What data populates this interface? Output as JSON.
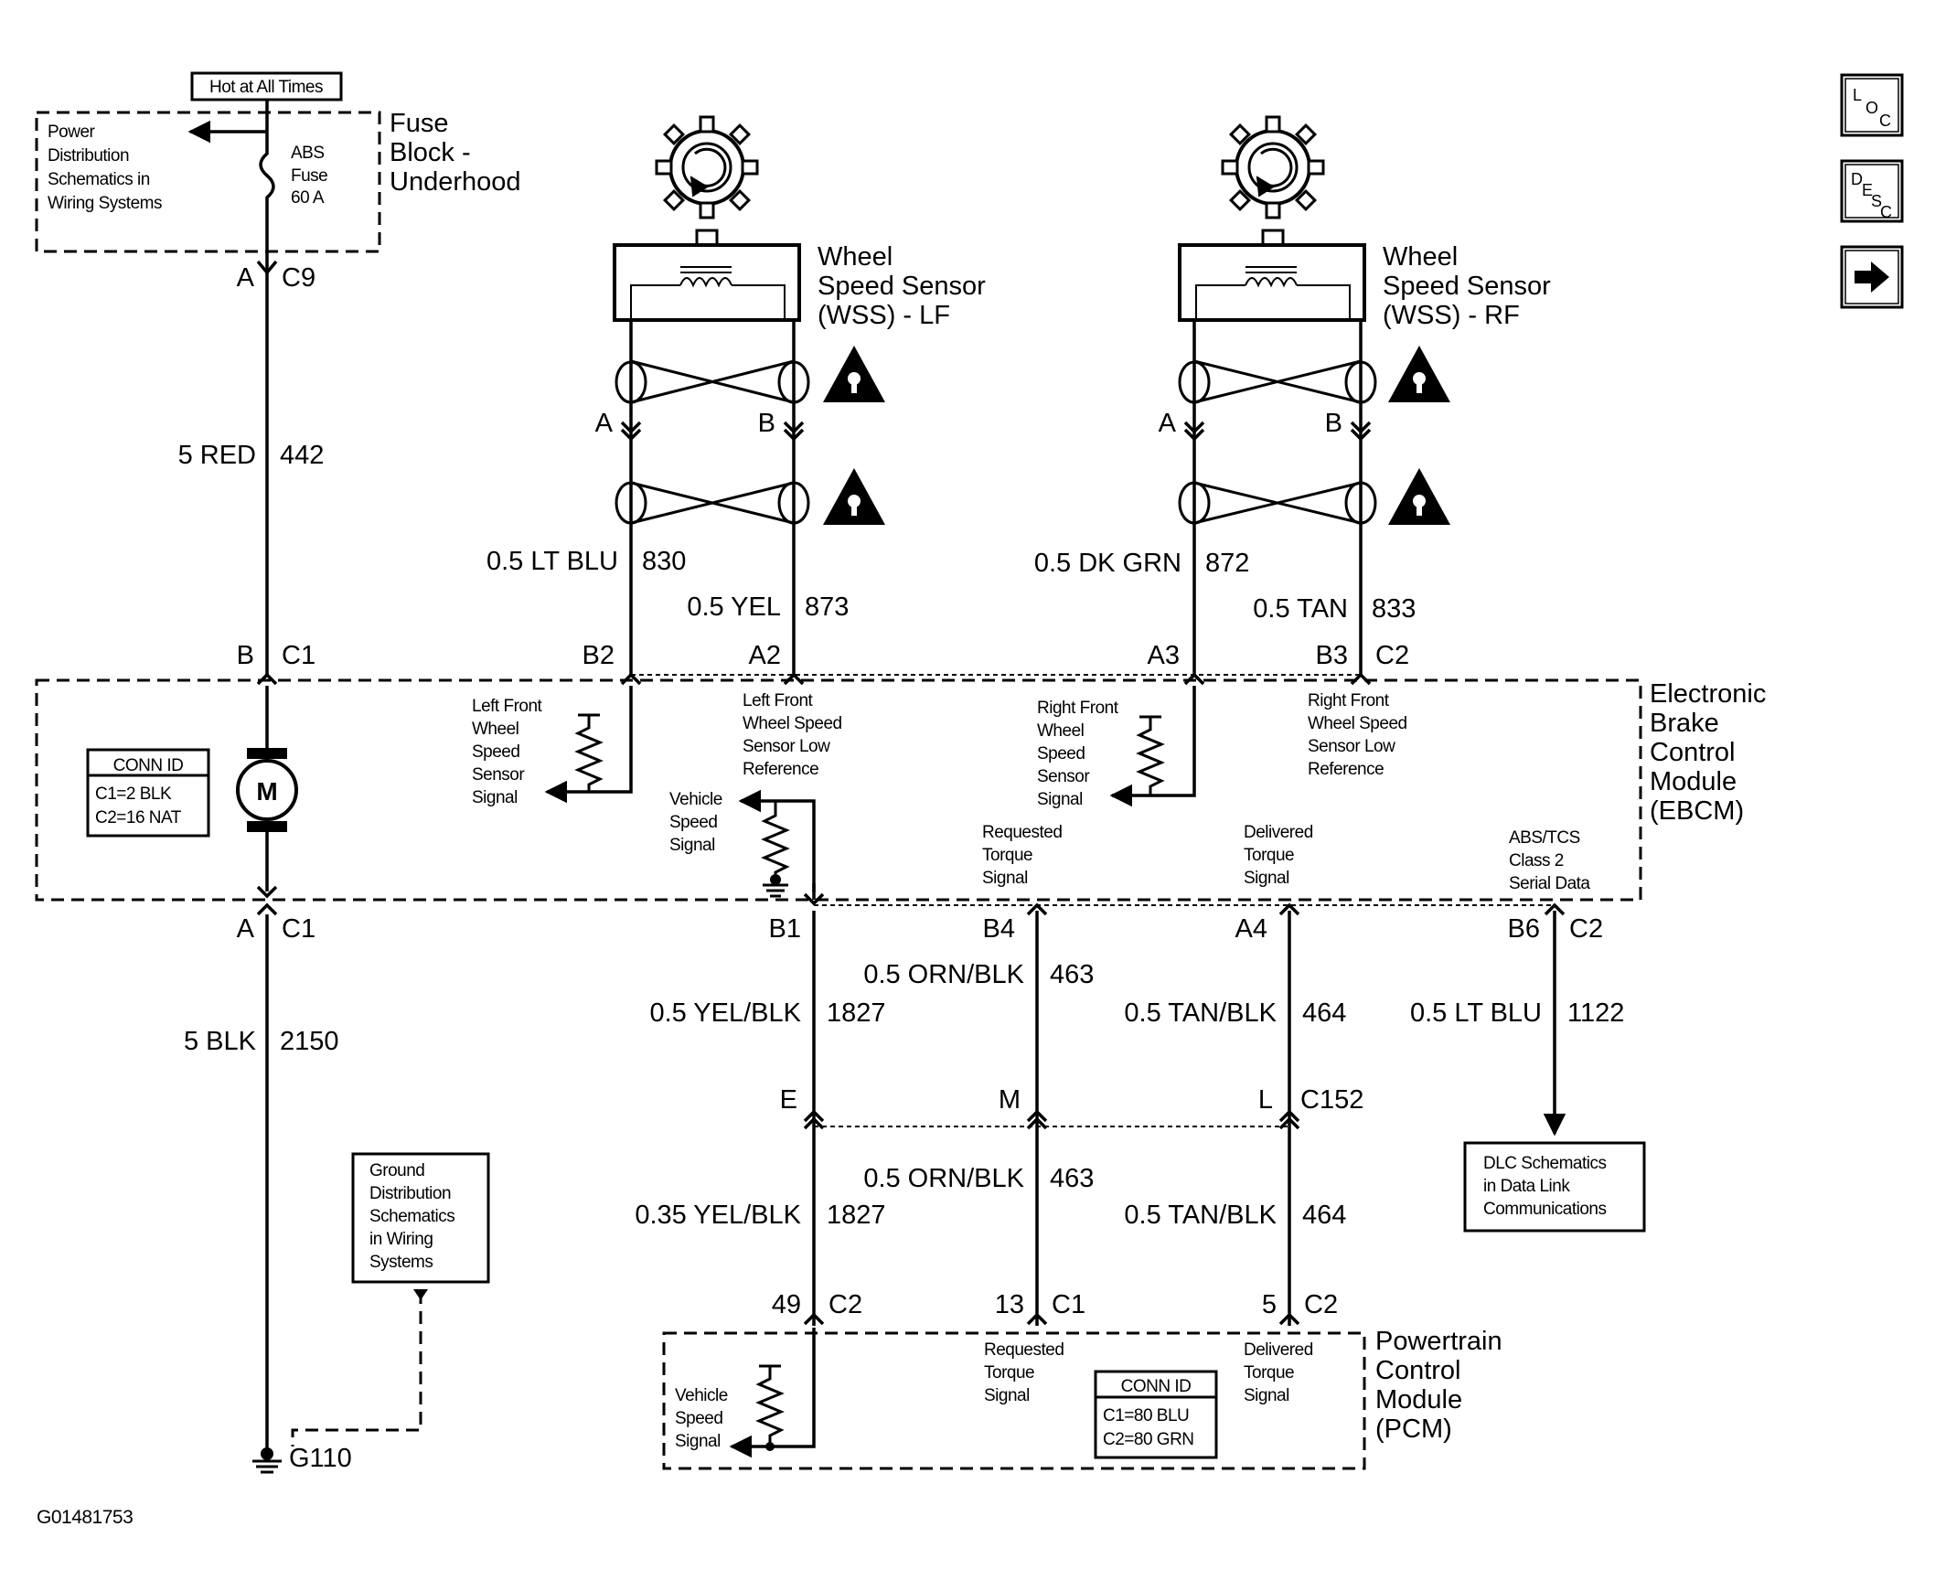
{
  "header": {
    "hot_tag": "Hot at All Times"
  },
  "fuse_block": {
    "title_lines": [
      "Fuse",
      "Block -",
      "Underhood"
    ],
    "power_dist_lines": [
      "Power",
      "Distribution",
      "Schematics in",
      "Wiring Systems"
    ],
    "fuse_lines": [
      "ABS",
      "Fuse",
      "60 A"
    ]
  },
  "nav": {
    "loc_icon": "loc-icon",
    "desc_icon": "desc-icon",
    "next_icon": "next-arrow-icon"
  },
  "wss_lf": {
    "title_lines": [
      "Wheel",
      "Speed Sensor",
      "(WSS) - LF"
    ]
  },
  "wss_rf": {
    "title_lines": [
      "Wheel",
      "Speed Sensor",
      "(WSS) - RF"
    ]
  },
  "circuit_442": {
    "pin_top_a": "A",
    "conn_top": "C9",
    "wire": "5 RED",
    "num": "442",
    "pin_bot": "B",
    "conn_bot": "C1"
  },
  "lf_wires": {
    "pin_a": "A",
    "pin_b": "B",
    "w1": "0.5 LT BLU",
    "n1": "830",
    "w2": "0.5 YEL",
    "n2": "873",
    "pin_b2": "B2",
    "pin_a2": "A2"
  },
  "rf_wires": {
    "pin_a": "A",
    "pin_b": "B",
    "w1": "0.5 DK GRN",
    "n1": "872",
    "w2": "0.5 TAN",
    "n2": "833",
    "pin_a3": "A3",
    "pin_b3": "B3",
    "conn": "C2"
  },
  "ebcm": {
    "title_lines": [
      "Electronic",
      "Brake",
      "Control",
      "Module",
      "(EBCM)"
    ],
    "conn_id_title": "CONN ID",
    "conn_id_lines": [
      "C1=2 BLK",
      "C2=16 NAT"
    ],
    "motor": "M",
    "lf_signal": [
      "Left Front",
      "Wheel",
      "Speed",
      "Sensor",
      "Signal"
    ],
    "lf_low_ref": [
      "Left Front",
      "Wheel Speed",
      "Sensor Low",
      "Reference"
    ],
    "rf_signal": [
      "Right Front",
      "Wheel",
      "Speed",
      "Sensor",
      "Signal"
    ],
    "rf_low_ref": [
      "Right Front",
      "Wheel Speed",
      "Sensor Low",
      "Reference"
    ],
    "vss": [
      "Vehicle",
      "Speed",
      "Signal"
    ],
    "req_torque": [
      "Requested",
      "Torque",
      "Signal"
    ],
    "del_torque": [
      "Delivered",
      "Torque",
      "Signal"
    ],
    "serial": [
      "ABS/TCS",
      "Class 2",
      "Serial Data"
    ]
  },
  "lower": {
    "pin_a": "A",
    "conn_c1": "C1",
    "ground_wire": "5 BLK",
    "ground_num": "2150",
    "pin_b1": "B1",
    "pin_b4": "B4",
    "pin_a4": "A4",
    "pin_b6": "B6",
    "conn_c2": "C2",
    "w_orn": "0.5 ORN/BLK",
    "n_orn": "463",
    "w_yel": "0.5 YEL/BLK",
    "n_yel": "1827",
    "w_tan": "0.5 TAN/BLK",
    "n_tan": "464",
    "w_ltblu": "0.5 LT BLU",
    "n_ltblu": "1122",
    "pin_e": "E",
    "pin_m": "M",
    "pin_l": "L",
    "conn_c152": "C152",
    "w_orn2": "0.5 ORN/BLK",
    "n_orn2": "463",
    "w_yel2": "0.35 YEL/BLK",
    "n_yel2": "1827",
    "w_tan2": "0.5 TAN/BLK",
    "n_tan2": "464",
    "pcm_pin1": "49",
    "pcm_conn1": "C2",
    "pcm_pin2": "13",
    "pcm_conn2": "C1",
    "pcm_pin3": "5",
    "pcm_conn3": "C2"
  },
  "dlc_box": [
    "DLC Schematics",
    "in Data Link",
    "Communications"
  ],
  "ground_box": [
    "Ground",
    "Distribution",
    "Schematics",
    "in Wiring",
    "Systems"
  ],
  "ground_label": "G110",
  "pcm": {
    "title_lines": [
      "Powertrain",
      "Control",
      "Module",
      "(PCM)"
    ],
    "vss": [
      "Vehicle",
      "Speed",
      "Signal"
    ],
    "req_torque": [
      "Requested",
      "Torque",
      "Signal"
    ],
    "del_torque": [
      "Delivered",
      "Torque",
      "Signal"
    ],
    "conn_id_title": "CONN ID",
    "conn_id_lines": [
      "C1=80 BLU",
      "C2=80 GRN"
    ]
  },
  "figure_id": "G01481753"
}
